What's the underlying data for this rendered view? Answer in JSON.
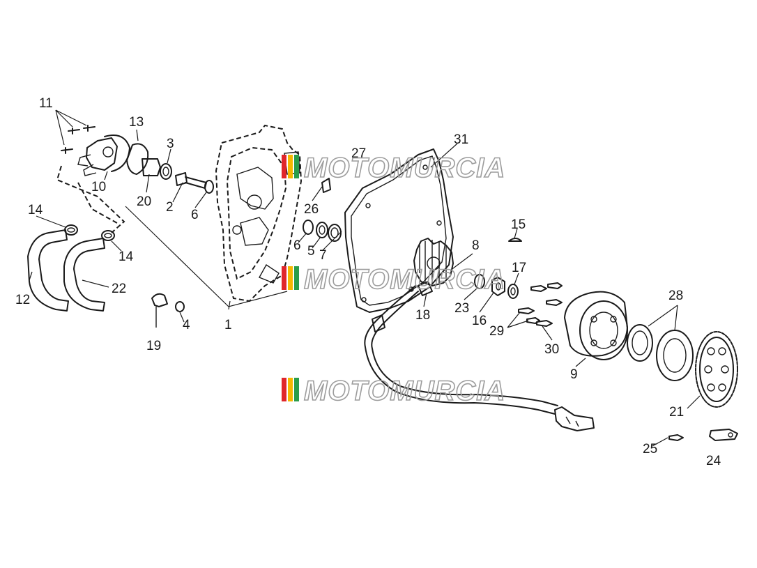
{
  "watermark": {
    "text": "MOTOMURCIA",
    "stripe_colors": [
      "#e0262b",
      "#f5b700",
      "#2a9d4a"
    ],
    "outline_color": "#9c9c9c"
  },
  "callouts": [
    "1",
    "2",
    "3",
    "4",
    "5",
    "6",
    "6",
    "7",
    "8",
    "9",
    "10",
    "11",
    "12",
    "13",
    "14",
    "14",
    "15",
    "16",
    "17",
    "18",
    "19",
    "20",
    "21",
    "22",
    "23",
    "24",
    "25",
    "26",
    "27",
    "28",
    "29",
    "30",
    "31"
  ]
}
